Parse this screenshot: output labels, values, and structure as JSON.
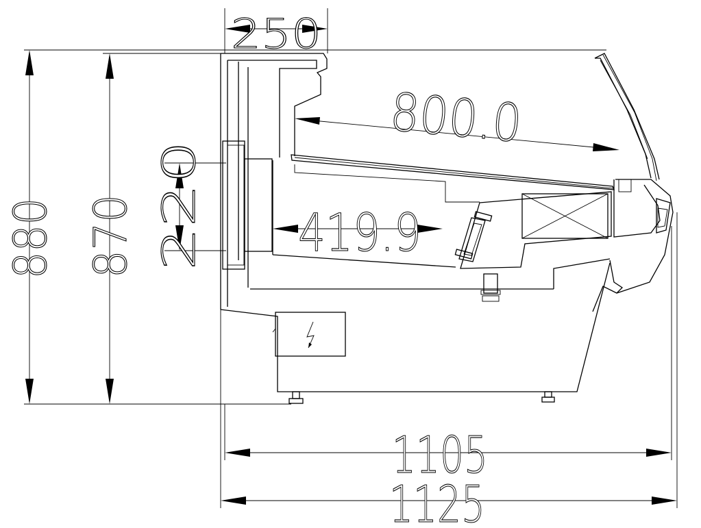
{
  "drawing": {
    "dimensions": {
      "top_width": "250",
      "shelf_length": "800.0",
      "inner_depth": "419.9",
      "vertical_gap": "220",
      "total_height": "880",
      "body_height": "870",
      "base_length": "1105",
      "total_length": "1125"
    },
    "line_color": "#000000",
    "background_color": "#ffffff",
    "icons": {
      "electric": "lightning-bolt"
    }
  }
}
